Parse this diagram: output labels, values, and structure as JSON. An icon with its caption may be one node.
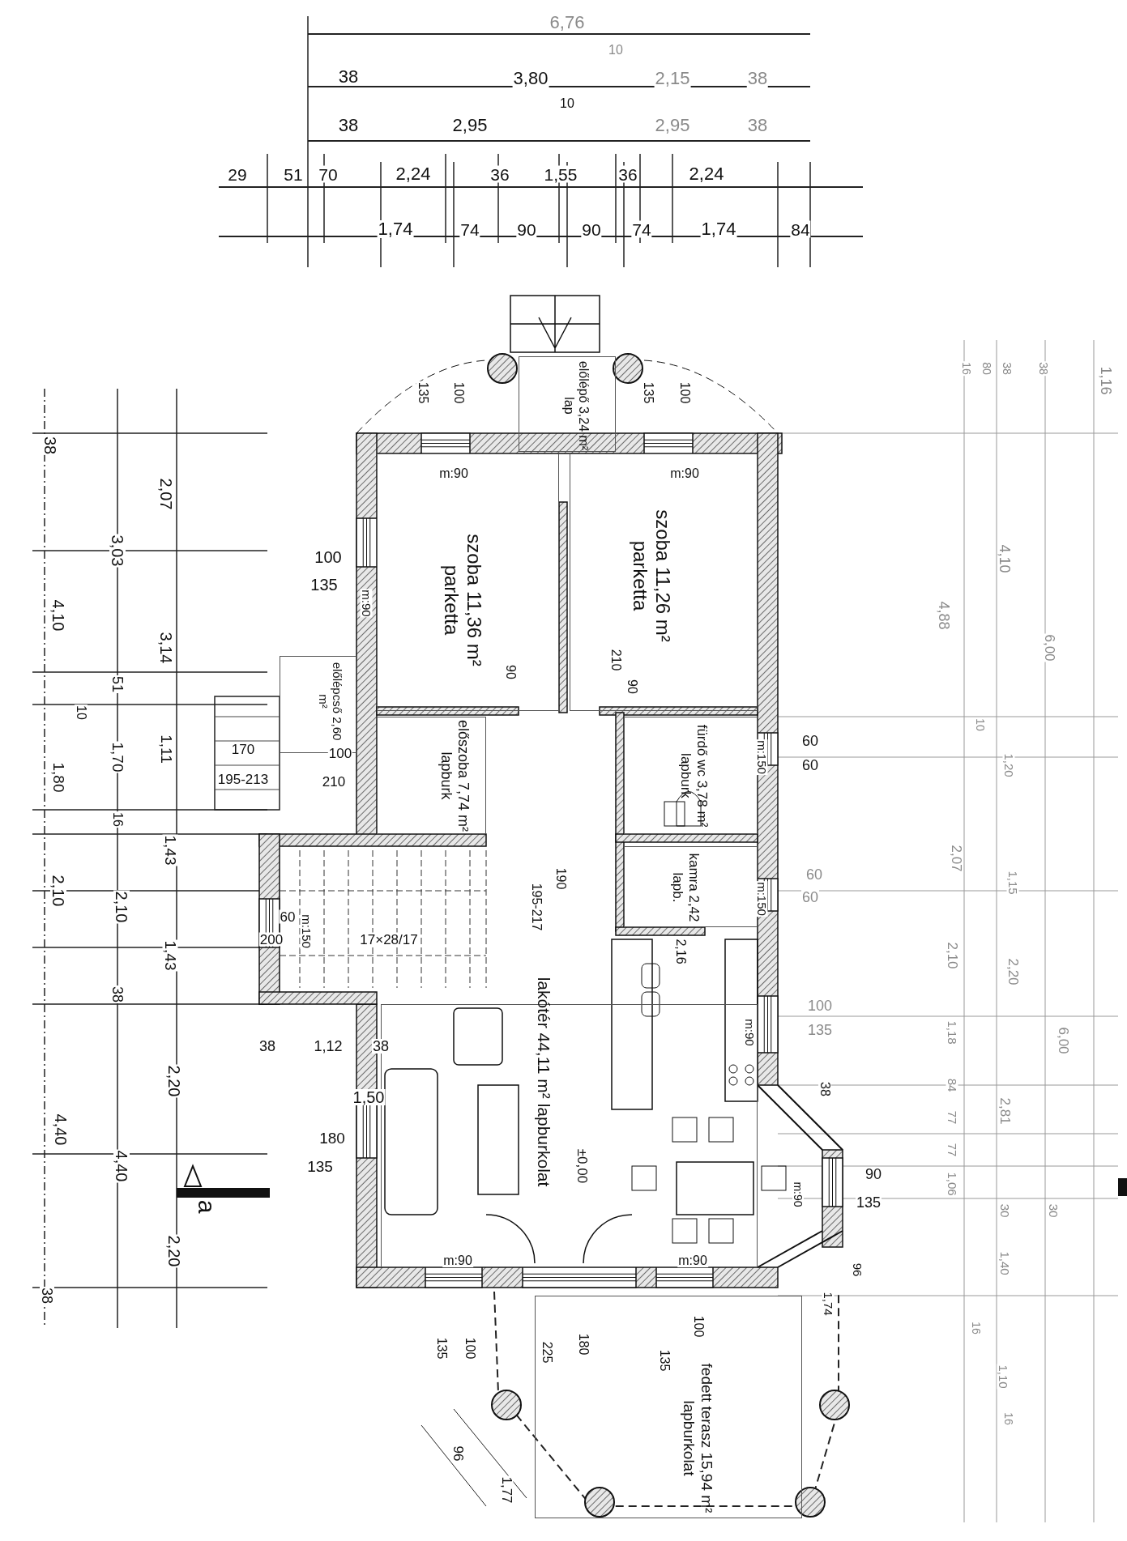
{
  "diagram": {
    "nodes": [
      {
        "text": [
          "előlépő 3,24 m² lap"
        ]
      },
      {
        "text": [
          "szoba 11,36 m² parketta"
        ]
      },
      {
        "text": [
          "szoba 11,26 m² parketta"
        ]
      },
      {
        "text": [
          "előlépcső 2,60 m²"
        ]
      },
      {
        "text": [
          "előszoba 7,74 m² lapburk"
        ]
      },
      {
        "text": [
          "fürdő wc 3,78 m² lapburk"
        ]
      },
      {
        "text": [
          "kamra 2,42 lapb."
        ]
      },
      {
        "text": [
          "lakótér 44,11 m² lapburkolat"
        ]
      },
      {
        "text": [
          "fedett terasz 15,94 m² lapburkolat"
        ]
      }
    ],
    "labels": [
      "6,76",
      "38",
      "3,80",
      "10",
      "2,15",
      "38",
      "38",
      "2,95",
      "10",
      "2,95",
      "38",
      "29",
      "51",
      "70",
      "2,24",
      "36",
      "1,55",
      "36",
      "2,24",
      "1,74",
      "74",
      "90",
      "90",
      "74",
      "1,74",
      "84",
      "38",
      "2,07",
      "3,03",
      "4,10",
      "3,14",
      "51",
      "10",
      "1,70",
      "1,11",
      "1,80",
      "16",
      "1,43",
      "2,10",
      "2,10",
      "1,43",
      "38",
      "2,20",
      "4,40",
      "4,40",
      "2,20",
      "38",
      "100",
      "135",
      "170",
      "195-213",
      "100",
      "210",
      "60",
      "200",
      "m:150",
      "17×28/17",
      "38",
      "1,12",
      "38",
      "1,50",
      "180",
      "135",
      "a",
      "m:90",
      "135",
      "100",
      "m:90",
      "135",
      "100",
      "m:90",
      "90",
      "210",
      "90",
      "m:150",
      "60",
      "60",
      "190",
      "195-217",
      "m:150",
      "60",
      "60",
      "2,16",
      "m:90",
      "100",
      "135",
      "38",
      "±0,00",
      "m:90",
      "90",
      "135",
      "m:90",
      "m:90",
      "96",
      "1,74",
      "135",
      "100",
      "225",
      "180",
      "135",
      "100",
      "96",
      "1,77",
      "1,16",
      "16",
      "80",
      "38",
      "38",
      "4,10",
      "4,88",
      "6,00",
      "10",
      "1,20",
      "2,07",
      "1,15",
      "2,10",
      "2,20",
      "1,18",
      "6,00",
      "84",
      "77",
      "77",
      "1,06",
      "2,81",
      "30",
      "30",
      "1,40",
      "16",
      "1,10",
      "16"
    ]
  }
}
